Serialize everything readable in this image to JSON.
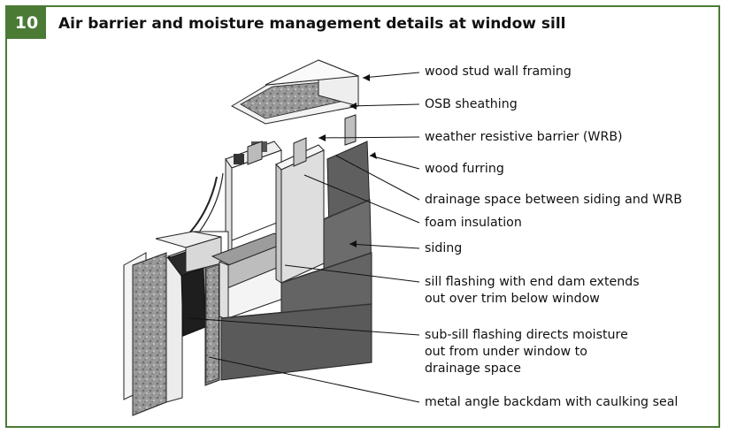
{
  "header": {
    "number": "10",
    "title": "Air barrier and moisture management details at window sill"
  },
  "labels": [
    "wood stud wall framing",
    "OSB sheathing",
    "weather resistive barrier (WRB)",
    "wood furring",
    "drainage space between siding and WRB",
    "foam insulation",
    "siding",
    "sill flashing with end dam extends",
    "out over trim below window",
    "sub-sill flashing directs moisture",
    "out from under window to",
    "drainage space",
    "metal angle backdam with caulking seal"
  ],
  "colors": {
    "accent": "#4a7a34",
    "siding": "#6a6a6a",
    "insulation": "#dcdcdc",
    "wood": "#e9e9e9"
  }
}
